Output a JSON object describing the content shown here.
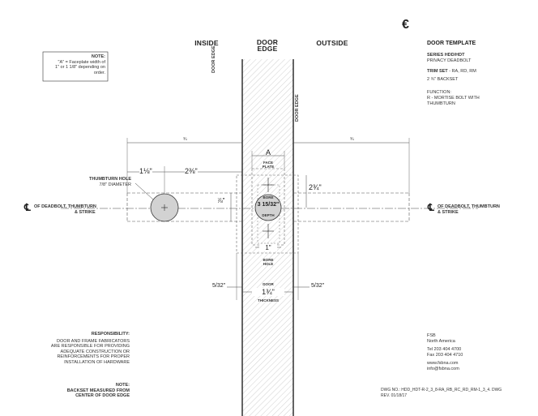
{
  "logo": {
    "text": "€"
  },
  "headings": {
    "inside": "INSIDE",
    "door_edge_1": "DOOR",
    "door_edge_2": "EDGE",
    "outside": "OUTSIDE"
  },
  "note_box": {
    "title": "NOTE:",
    "line1": "\"A\" = Faceplate width of",
    "line2": "1\" or 1 1/8\" depending on",
    "line3": "order."
  },
  "template": {
    "title": "DOOR TEMPLATE",
    "series_label": "SERIES HDD/HDT",
    "series_desc": "PRIVACY DEADBOLT",
    "trim_label": "TRIM SET",
    "trim_value": " - RA, RD, RM",
    "backset": "2 ¾\" BACKSET",
    "function_label": "FUNCTION:",
    "function_line1": "R - MORTISE BOLT WITH",
    "function_line2": "THUMBTURN"
  },
  "labels": {
    "door_edge_left": "DOOR EDGE",
    "door_edge_right": "DOOR EDGE",
    "thumbturn_hole": "THUMBTURN HOLE",
    "thumbturn_diameter": "7/8\" DIAMETER",
    "centerline_left_1": "OF DEADBOLT, THUMBTURN",
    "centerline_left_2": "& STRIKE",
    "centerline_right_1": "OF DEADBOLT, THUMBTURN",
    "centerline_right_2": "& STRIKE",
    "cl_symbol": "℄",
    "a_label": "A",
    "face_plate_1": "FACE",
    "face_plate_2": "PLATE",
    "bore_1": "BORE",
    "bore_2": "DEPTH",
    "bore_hole_1": "BORE",
    "bore_hole_2": "HOLE",
    "bore_hole_dim": "1\"",
    "door_thickness_1": "DOOR",
    "door_thickness_2": "THICKNESS",
    "dim_top_left": "¾",
    "dim_top_right": "¾",
    "dim_1_1_8": "1⅛\"",
    "dim_2_3_8": "2⅜\"",
    "dim_2_3_4": "2¾\"",
    "dim_7_8": "⅞\"",
    "dim_bore_depth": "3 15/32\"",
    "dim_door_thickness": "1¾\"",
    "dim_5_32_left": "5/32\"",
    "dim_5_32_right": "5/32\""
  },
  "responsibility": {
    "title": "RESPONSIBILITY:",
    "line1": "DOOR AND FRAME FABRICATORS",
    "line2": "ARE RESPONSIBLE FOR PROVIDING",
    "line3": "ADEQUATE CONSTRUCTION OR",
    "line4": "REINFORCEMENTS FOR PROPER",
    "line5": "INSTALLATION OF HARDWARE"
  },
  "backset_note": {
    "title": "NOTE:",
    "line1": "BACKSET MEASURED FROM",
    "line2": "CENTER OF DOOR EDGE"
  },
  "company": {
    "name": "FSB",
    "region": "North America",
    "tel": "Tel 203 404 4700",
    "fax": "Fax 203 404 4710",
    "web": "www.fsbna.com",
    "email": "info@fsbna.com"
  },
  "drawing": {
    "dwg_no": "DWG NO.: HDD_HDT-R-2_3_8-RA_RB_RC_RD_RM-1_3_4. DWG",
    "rev": "REV. 01/18/17"
  }
}
